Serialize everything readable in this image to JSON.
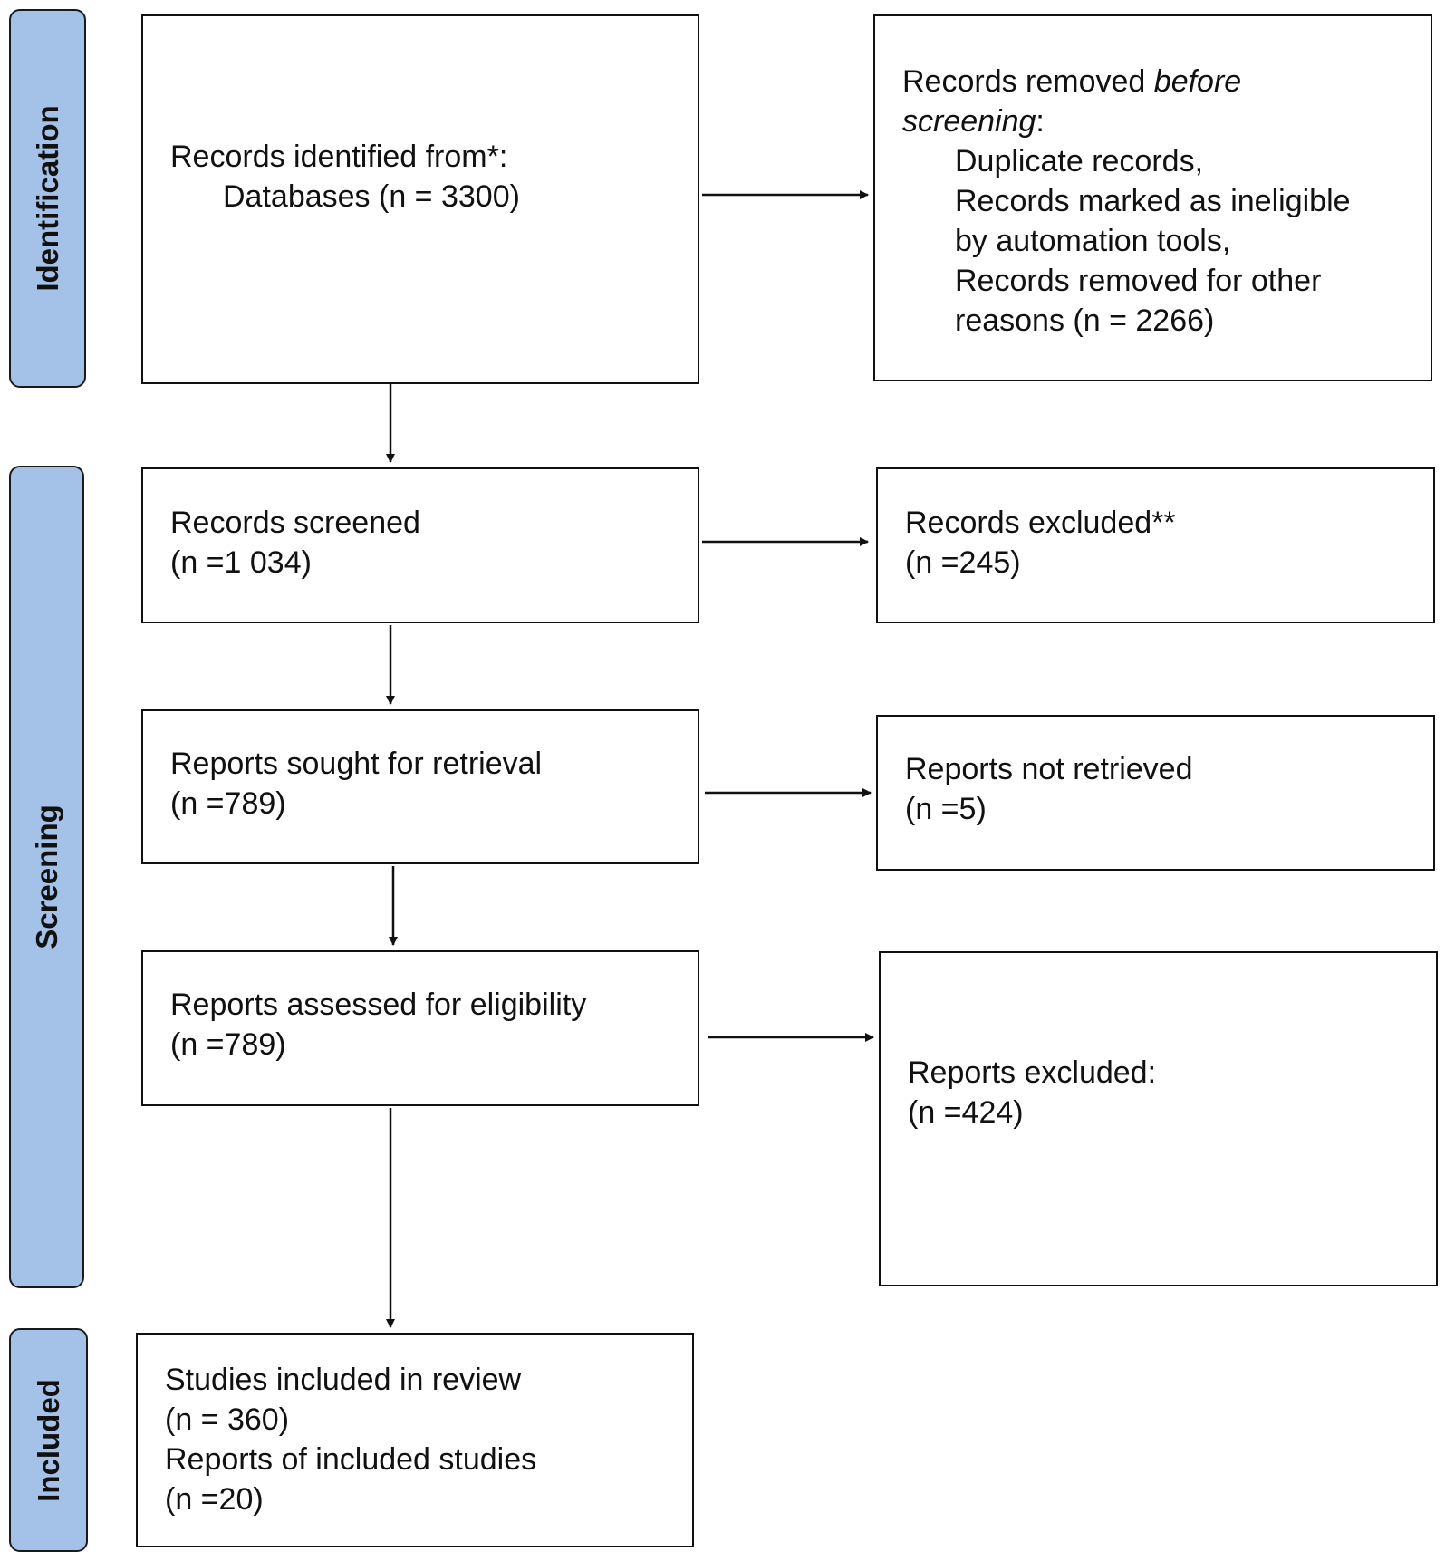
{
  "phases": {
    "identification": "Identification",
    "screening": "Screening",
    "included": "Included"
  },
  "boxes": {
    "identified": {
      "line1": "Records identified from*:",
      "line2": "Databases (n = 3300)"
    },
    "removed_before": {
      "line1_start": "Records removed ",
      "line1_italic": "before",
      "line2_italic": "screening",
      "line2_end": ":",
      "line3": "Duplicate records,",
      "line4": "Records marked as ineligible",
      "line5": "by automation tools,",
      "line6": "Records removed for other",
      "line7": "reasons (n = 2266)"
    },
    "screened": {
      "line1": "Records screened",
      "line2": "(n =1 034)"
    },
    "excluded": {
      "line1": "Records excluded**",
      "line2": "(n =245)"
    },
    "sought": {
      "line1": "Reports sought for retrieval",
      "line2": "(n =789)"
    },
    "not_retrieved": {
      "line1": "Reports not retrieved",
      "line2": "(n =5)"
    },
    "assessed": {
      "line1": "Reports assessed for eligibility",
      "line2": "(n =789)"
    },
    "reports_excluded": {
      "line1": "Reports excluded:",
      "line2": "(n =424)"
    },
    "included": {
      "line1": "Studies included in review",
      "line2": "(n = 360)",
      "line3": "Reports of included studies",
      "line4": "(n =20)"
    }
  }
}
